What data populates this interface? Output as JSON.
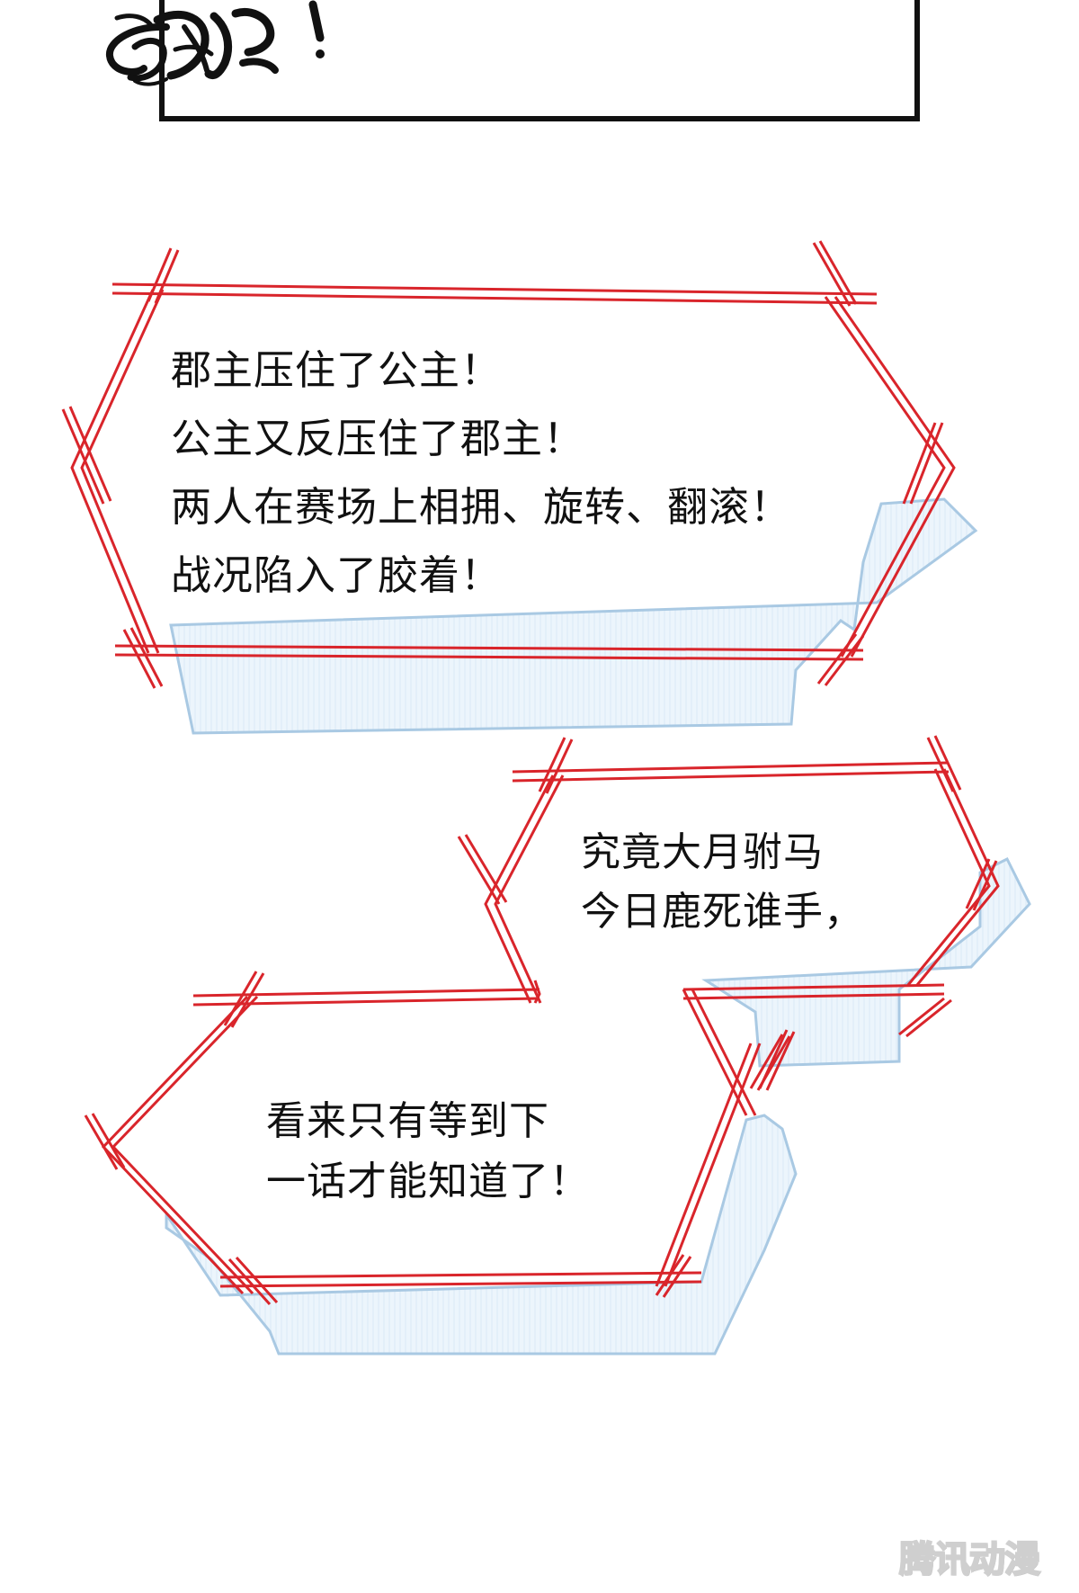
{
  "captions": {
    "first": {
      "lines": [
        "郡主压住了公主！",
        "公主又反压住了郡主！",
        "两人在赛场上相拥、旋转、翻滚！",
        "战况陷入了胶着！"
      ]
    },
    "second": {
      "lines": [
        "究竟大月驸马",
        "今日鹿死谁手，"
      ]
    },
    "third": {
      "lines": [
        "看来只有等到下",
        "一话才能知道了！"
      ]
    }
  },
  "watermark": "腾讯动漫",
  "colors": {
    "frame_red": "#d9252b",
    "shadow_blue_fill": "#eaf4fb",
    "shadow_blue_stroke": "#a9c9e3",
    "ink": "#111111",
    "background": "#ffffff"
  }
}
